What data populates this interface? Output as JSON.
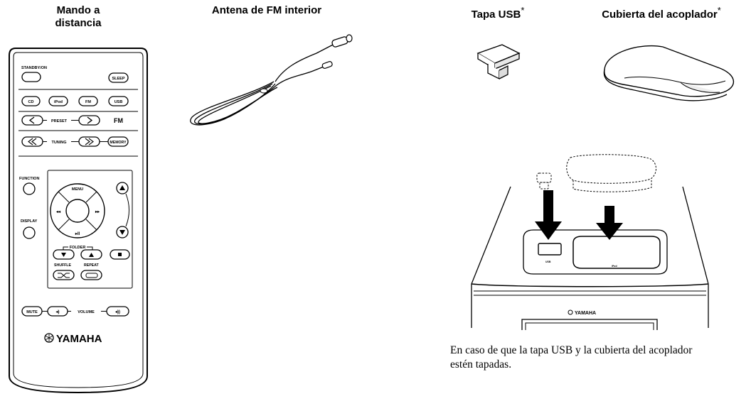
{
  "headings": {
    "remote": "Mando a distancia",
    "antenna": "Antena de FM interior",
    "usb_cap": "Tapa USB",
    "dock_cover": "Cubierta del acoplador",
    "asterisk": "*"
  },
  "remote": {
    "standby": "STANDBY/ON",
    "sleep": "SLEEP",
    "cd": "CD",
    "ipod": "iPod",
    "fm": "FM",
    "usb": "USB",
    "preset": "PRESET",
    "fm_label": "FM",
    "tuning": "TUNING",
    "memory": "MEMORY",
    "function": "FUNCTION",
    "display": "DISPLAY",
    "menu": "MENU",
    "folder": "FOLDER",
    "shuffle": "SHUFFLE",
    "repeat": "REPEAT",
    "mute": "MUTE",
    "volume": "VOLUME",
    "brand": "YAMAHA"
  },
  "unit": {
    "usb_label": "USB",
    "ipod_label": "iPod",
    "brand": "YAMAHA"
  },
  "caption": "En caso de que la tapa USB y la cubierta del acoplador estén tapadas."
}
